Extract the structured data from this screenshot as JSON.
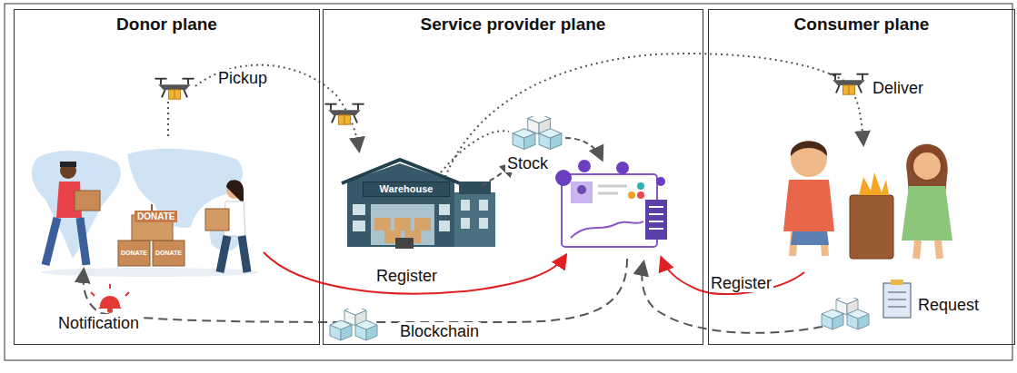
{
  "diagram": {
    "nodes": [
      {
        "text": [
          "Donor plane"
        ]
      },
      {
        "text": [
          "Service provider plane"
        ]
      },
      {
        "text": [
          "Consumer plane"
        ]
      },
      {
        "text": [
          "Warehouse"
        ],
        "in": 1
      }
    ],
    "labels": [
      "Pickup",
      "Stock",
      "Deliver",
      "Register",
      "Register",
      "Request",
      "Notification",
      "Blockchain",
      "DONATE",
      "DONATE",
      "DONATE"
    ]
  }
}
